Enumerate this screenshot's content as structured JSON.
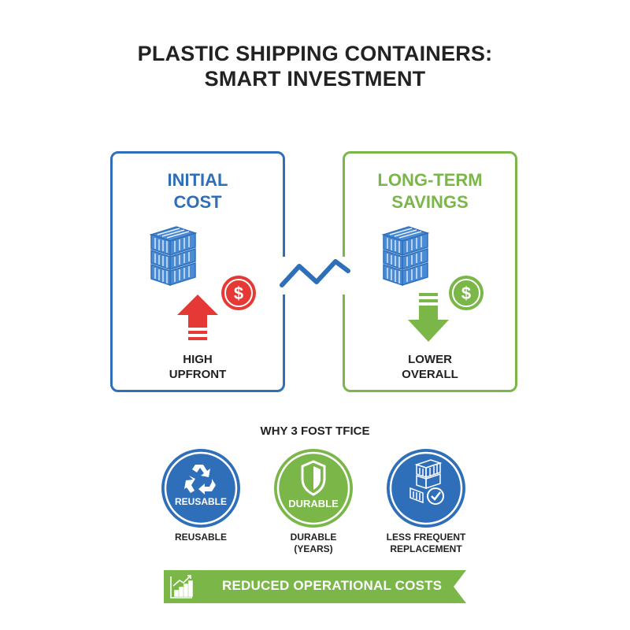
{
  "title": {
    "line1": "PLASTIC SHIPPING CONTAINERS:",
    "line2": "SMART INVESTMENT"
  },
  "colors": {
    "blue": "#2f6fba",
    "green": "#7ab648",
    "red": "#e53935",
    "text": "#222222"
  },
  "panels": [
    {
      "id": "initial-cost",
      "title_line1": "INITIAL",
      "title_line2": "COST",
      "icons": [
        "container-stack-icon",
        "dollar-coin-icon",
        "arrow-up-icon"
      ],
      "caption_line1": "HIGH",
      "caption_line2": "UPFRONT"
    },
    {
      "id": "long-term-savings",
      "title_line1": "LONG-TERM",
      "title_line2": "SAVINGS",
      "icons": [
        "container-stack-icon",
        "dollar-coin-icon",
        "arrow-down-icon"
      ],
      "caption_line1": "LOWER",
      "caption_line2": "OVERALL"
    }
  ],
  "connector": {
    "icon": "zigzag-line-icon"
  },
  "benefits": {
    "heading": "WHY 3 FOST TFICE",
    "items": [
      {
        "badge_label": "REUSABLE",
        "icon": "recycle-icon",
        "caption_line1": "REUSABLE",
        "caption_line2": ""
      },
      {
        "badge_label": "DURABLE",
        "icon": "shield-icon",
        "caption_line1": "DURABLE",
        "caption_line2": "(YEARS)"
      },
      {
        "badge_label": "",
        "icon": "containers-check-icon",
        "caption_line1": "LESS FREQUENT",
        "caption_line2": "REPLACEMENT"
      }
    ]
  },
  "banner": {
    "icon": "growth-chart-icon",
    "label": "REDUCED OPERATIONAL COSTS"
  }
}
